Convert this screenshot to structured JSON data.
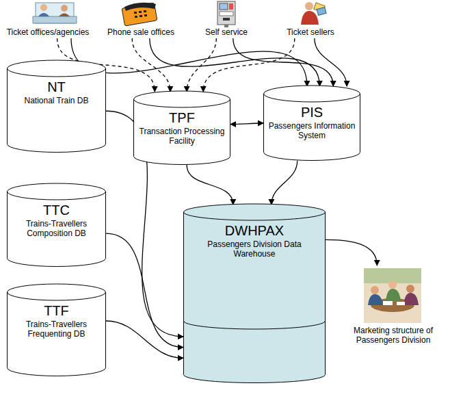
{
  "diagram": {
    "nodes": [
      {
        "text": [
          "Ticket offices/agencies"
        ]
      },
      {
        "text": [
          "Phone sale offices"
        ]
      },
      {
        "text": [
          "Self service"
        ]
      },
      {
        "text": [
          "Ticket sellers"
        ]
      },
      {
        "text": [
          "NT",
          "National Train DB"
        ]
      },
      {
        "text": [
          "TPF",
          "Transaction Processing Facility"
        ]
      },
      {
        "text": [
          "PIS",
          "Passengers Information System"
        ]
      },
      {
        "text": [
          "TTC",
          "Trains-Travellers Composition DB"
        ]
      },
      {
        "text": [
          "DWHPAX",
          "Passengers Division Data Warehouse"
        ]
      },
      {
        "text": [
          "TTF",
          "Trains-Travellers Frequenting DB"
        ]
      },
      {
        "text": [
          "Marketing structure of Passengers Division"
        ]
      }
    ],
    "edges": [
      {
        "from": 0,
        "to": 5,
        "arrow": "to"
      },
      {
        "from": 0,
        "to": 6,
        "arrow": "to"
      },
      {
        "from": 1,
        "to": 5,
        "arrow": "to"
      },
      {
        "from": 1,
        "to": 6,
        "arrow": "to"
      },
      {
        "from": 2,
        "to": 5,
        "arrow": "to"
      },
      {
        "from": 2,
        "to": 6,
        "arrow": "to"
      },
      {
        "from": 3,
        "to": 5,
        "arrow": "to"
      },
      {
        "from": 3,
        "to": 6,
        "arrow": "to"
      },
      {
        "from": 5,
        "to": 6,
        "arrow": "both"
      },
      {
        "from": 4,
        "to": 8,
        "arrow": "to"
      },
      {
        "from": 5,
        "to": 8,
        "arrow": "to"
      },
      {
        "from": 6,
        "to": 8,
        "arrow": "to"
      },
      {
        "from": 7,
        "to": 8,
        "arrow": "to"
      },
      {
        "from": 9,
        "to": 8,
        "arrow": "to"
      },
      {
        "from": 8,
        "to": 10,
        "arrow": "to"
      }
    ]
  }
}
